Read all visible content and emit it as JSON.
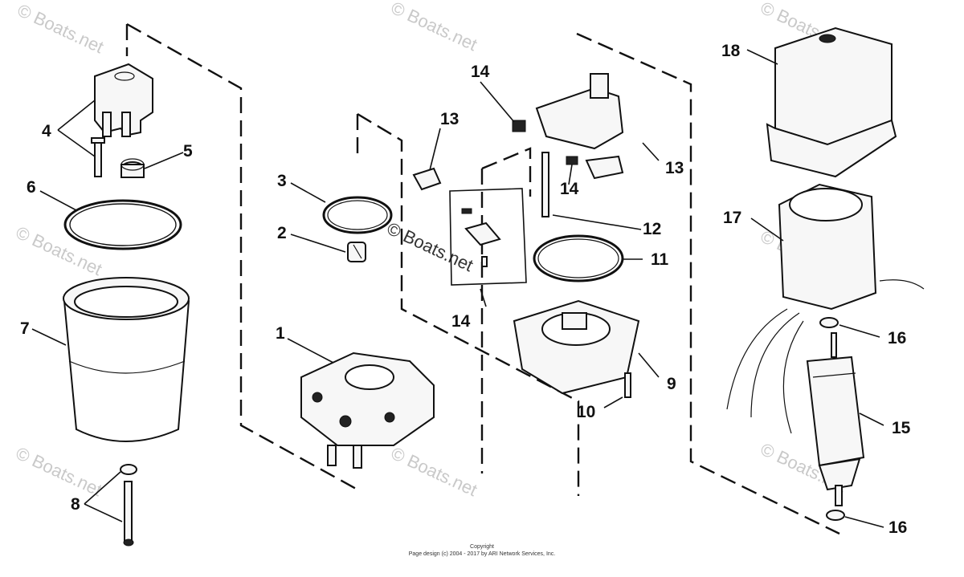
{
  "watermark": "© Boats.net",
  "copyright": {
    "line1": "Copyright",
    "line2": "Page design (c) 2004 - 2017 by ARI Network Services, Inc."
  },
  "callouts": [
    {
      "id": "c1",
      "label": "1"
    },
    {
      "id": "c2",
      "label": "2"
    },
    {
      "id": "c3",
      "label": "3"
    },
    {
      "id": "c4",
      "label": "4"
    },
    {
      "id": "c5",
      "label": "5"
    },
    {
      "id": "c6",
      "label": "6"
    },
    {
      "id": "c7",
      "label": "7"
    },
    {
      "id": "c8",
      "label": "8"
    },
    {
      "id": "c9",
      "label": "9"
    },
    {
      "id": "c10",
      "label": "10"
    },
    {
      "id": "c11",
      "label": "11"
    },
    {
      "id": "c12",
      "label": "12"
    },
    {
      "id": "c13a",
      "label": "13"
    },
    {
      "id": "c13b",
      "label": "13"
    },
    {
      "id": "c14a",
      "label": "14"
    },
    {
      "id": "c14b",
      "label": "14"
    },
    {
      "id": "c14c",
      "label": "14"
    },
    {
      "id": "c15",
      "label": "15"
    },
    {
      "id": "c16a",
      "label": "16"
    },
    {
      "id": "c16b",
      "label": "16"
    },
    {
      "id": "c17",
      "label": "17"
    },
    {
      "id": "c18",
      "label": "18"
    }
  ]
}
